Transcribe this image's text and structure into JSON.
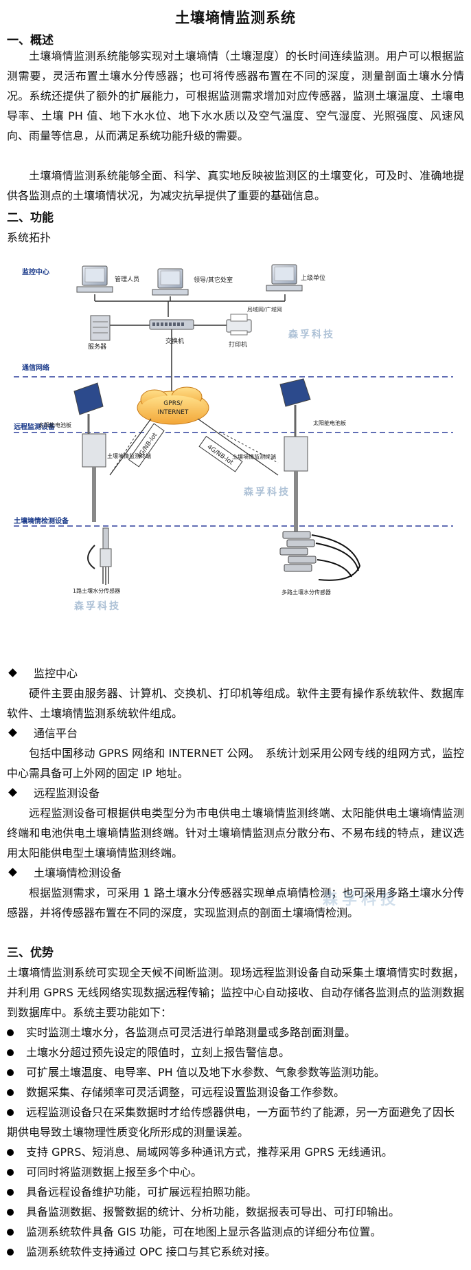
{
  "title": "土壤墒情监测系统",
  "sections": {
    "overview": {
      "heading": "一、概述",
      "p1": "土壤墒情监测系统能够实现对土壤墒情（土壤湿度）的长时间连续监测。用户可以根据监测需要，灵活布置土壤水分传感器；也可将传感器布置在不同的深度，测量剖面土壤水分情况。系统还提供了额外的扩展能力，可根据监测需求增加对应传感器，监测土壤温度、土壤电导率、土壤 PH 值、地下水水位、地下水水质以及空气温度、空气湿度、光照强度、风速风向、雨量等信息，从而满足系统功能升级的需要。",
      "p2": "土壤墒情监测系统能够全面、科学、真实地反映被监测区的土壤变化，可及时、准确地提供各监测点的土壤墒情状况，为减灾抗旱提供了重要的基础信息。"
    },
    "function": {
      "heading": "二、功能",
      "topology": "系统拓扑"
    },
    "diagram": {
      "layer_monitor": "监控中心",
      "layer_network": "通信网络",
      "layer_remote": "远程监测设备",
      "layer_sensor": "土壤墒情检测设备",
      "admin": "管理人员",
      "leader": "领导/其它处室",
      "superior": "上级单位",
      "lan": "局域网/广域网",
      "server": "服务器",
      "switch": "交换机",
      "printer": "打印机",
      "cloud": "GPRS/\nINTERNET",
      "cloud_l1": "GPRS/",
      "cloud_l2": "INTERNET",
      "link_left": "4G/NB-lot",
      "link_right": "4G/NB-lot",
      "solar_left": "太阳能电池板",
      "solar_right": "太阳能电池板",
      "terminal_left": "土壤墒情监测终端",
      "terminal_right": "土壤墒情监测终端",
      "sensor_single": "1路土壤水分传感器",
      "sensor_multi": "多路土壤水分传感器",
      "watermark": "森孚科技"
    },
    "items": [
      {
        "label": "监控中心",
        "text": "硬件主要由服务器、计算机、交换机、打印机等组成。软件主要有操作系统软件、数据库软件、土壤墒情监测系统软件组成。"
      },
      {
        "label": "通信平台",
        "text": "包括中国移动 GPRS 网络和 INTERNET 公网。　系统计划采用公网专线的组网方式，监控中心需具备可上外网的固定 IP 地址。"
      },
      {
        "label": "远程监测设备",
        "text": "远程监测设备可根据供电类型分为市电供电土壤墒情监测终端、太阳能供电土壤墒情监测终端和电池供电土壤墒情监测终端。针对土壤墒情监测点分散分布、不易布线的特点，建议选用太阳能供电型土壤墒情监测终端。"
      },
      {
        "label": "土壤墒情检测设备",
        "text": "根据监测需求，可采用 1 路土壤水分传感器实现单点墒情检测；也可采用多路土壤水分传感器，并将传感器布置在不同的深度，实现监测点的剖面土壤墒情检测。"
      }
    ],
    "advantage": {
      "heading": "三、优势",
      "intro": "土壤墒情监测系统可实现全天候不间断监测。现场远程监测设备自动采集土壤墒情实时数据，并利用 GPRS 无线网络实现数据远程传输；监控中心自动接收、自动存储各监测点的监测数据到数据库中。系统主要功能如下：",
      "bullets": [
        "实时监测土壤水分，各监测点可灵活进行单路测量或多路剖面测量。",
        "土壤水分超过预先设定的限值时，立刻上报告警信息。",
        "可扩展土壤温度、电导率、PH 值以及地下水参数、气象参数等监测功能。",
        "数据采集、存储频率可灵活调整，可远程设置监测设备工作参数。",
        "远程监测设备只在采集数据时才给传感器供电，一方面节约了能源，另一方面避免了因长期供电导致土壤物理性质变化所形成的测量误差。",
        "支持 GPRS、短消息、局域网等多种通讯方式，推荐采用 GPRS 无线通讯。",
        "可同时将监测数据上报至多个中心。",
        "具备远程设备维护功能，可扩展远程拍照功能。",
        "具备监测数据、报警数据的统计、分析功能，数据报表可导出、可打印输出。",
        "监测系统软件具备 GIS 功能，可在地图上显示各监测点的详细分布位置。",
        "监测系统软件支持通过 OPC 接口与其它系统对接。"
      ]
    }
  }
}
